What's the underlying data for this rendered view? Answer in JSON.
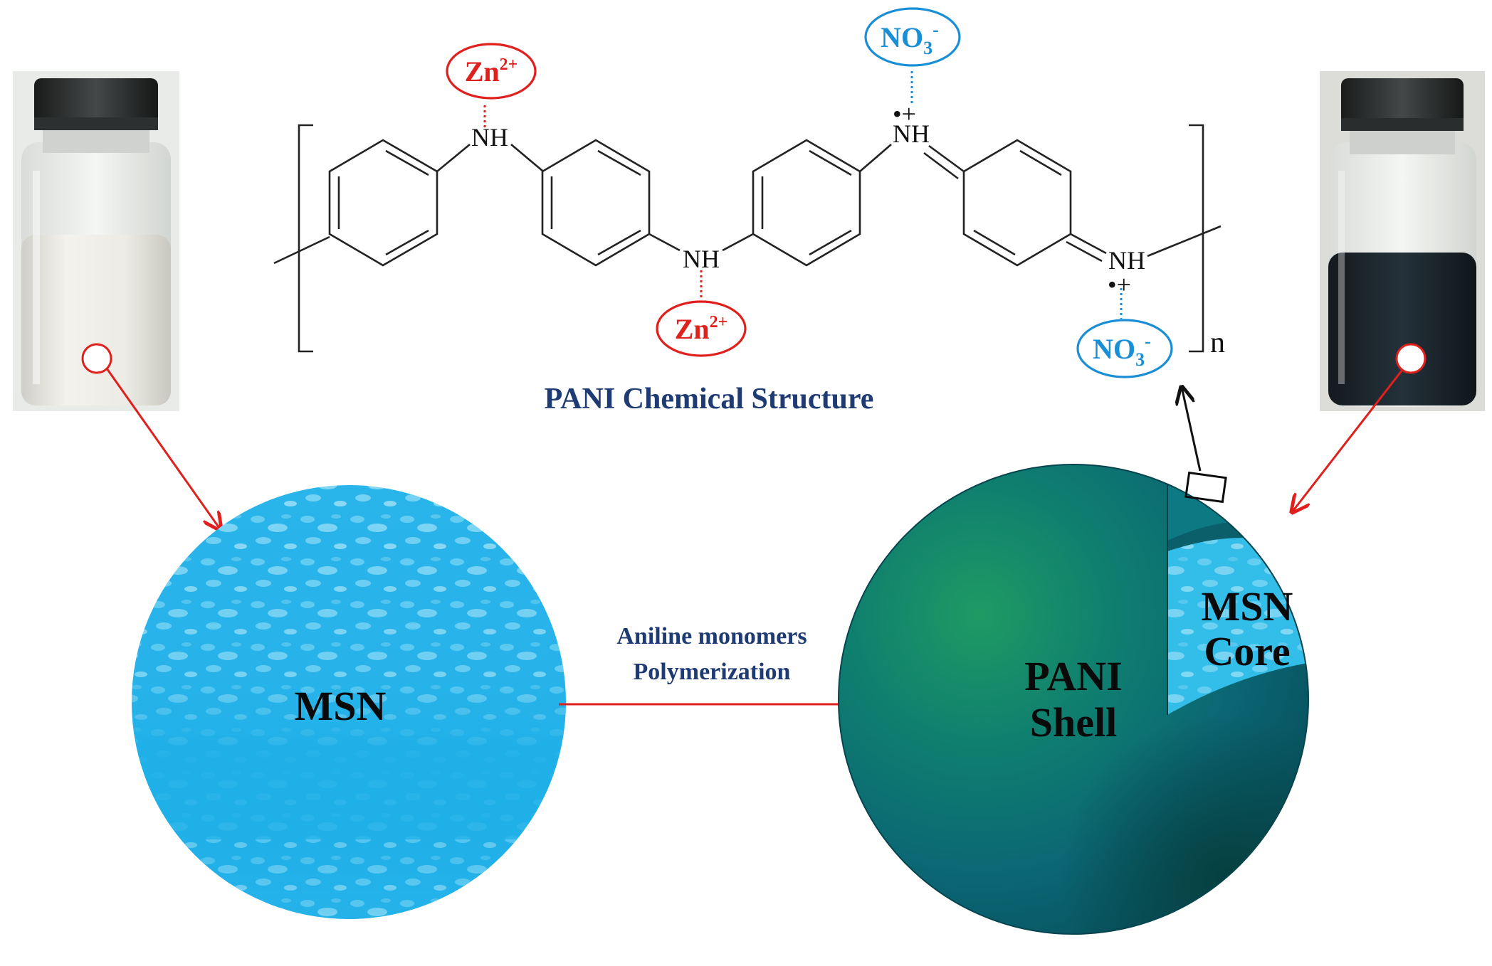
{
  "structure": {
    "title": "PANI Chemical Structure",
    "nh_label": "NH",
    "repeat_label": "n",
    "radical_plus": "•+"
  },
  "ions": {
    "zinc": "Zn",
    "zinc_charge": "2+",
    "nitrate": "NO",
    "nitrate_sub": "3",
    "nitrate_charge": "-"
  },
  "process": {
    "line1": "Aniline monomers",
    "line2": "Polymerization"
  },
  "particles": {
    "msn": "MSN",
    "shell_line1": "PANI",
    "shell_line2": "Shell",
    "core_line1": "MSN",
    "core_line2": "Core"
  },
  "colors": {
    "arrow_red": "#e0201c",
    "zinc_red": "#e0201c",
    "nitrate_blue": "#1a8fd6",
    "msn_blue": "#1fb0e8",
    "pani_teal": "#0b6f7c",
    "title_navy": "#1f3b73"
  }
}
